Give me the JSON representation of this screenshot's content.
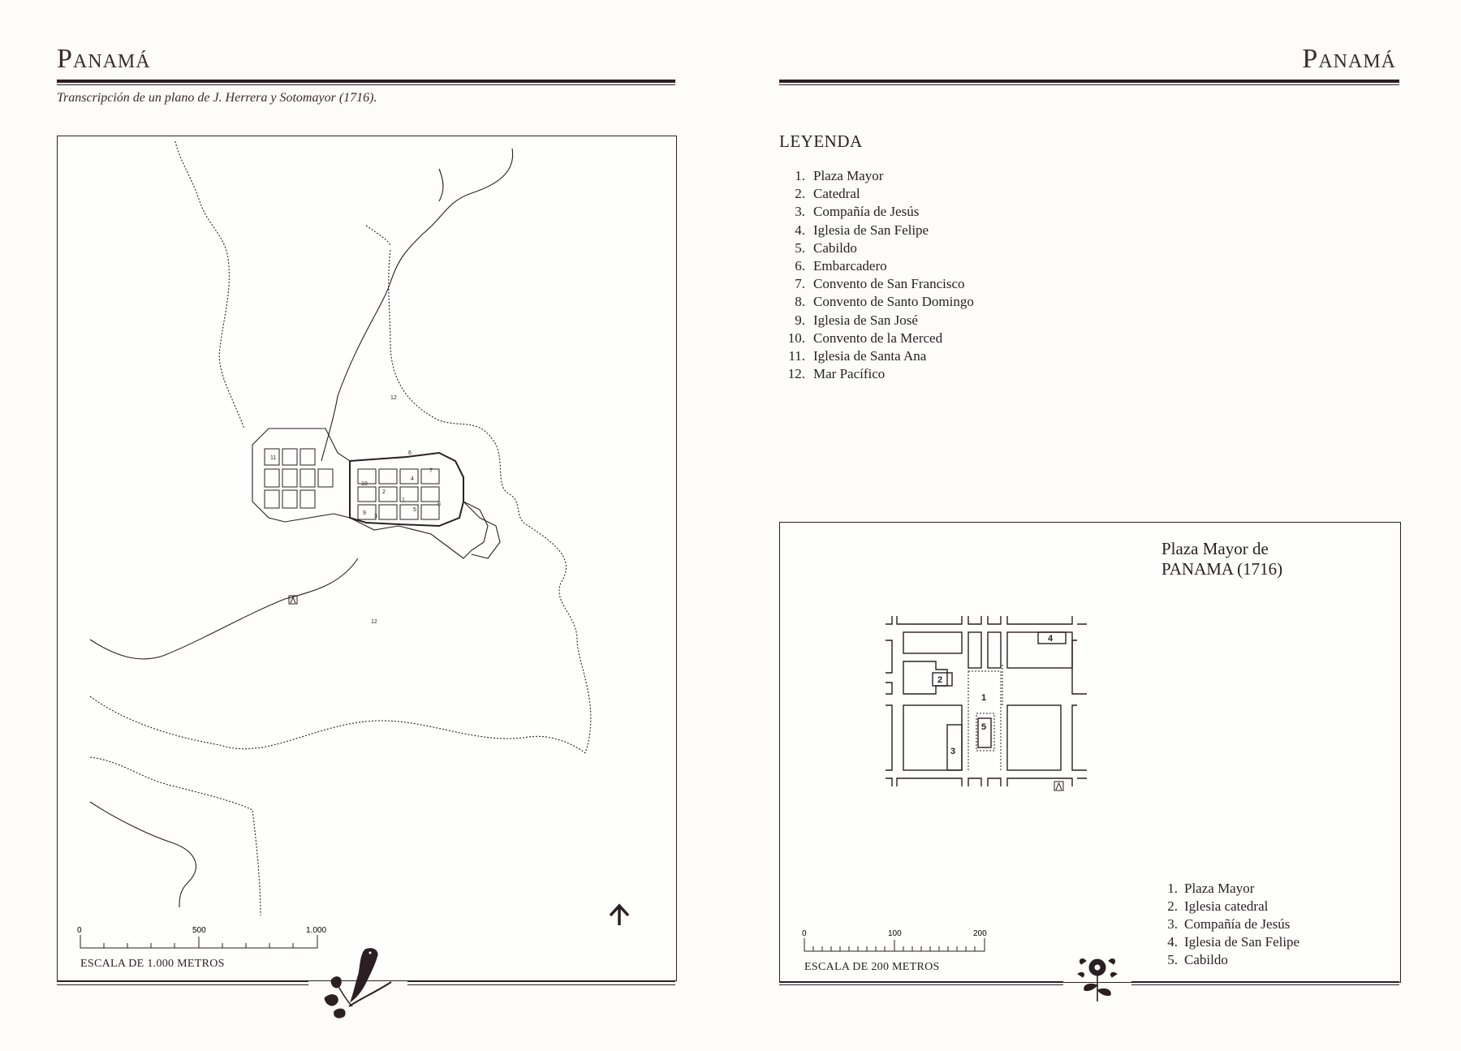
{
  "left_page": {
    "running_title": "Panamá",
    "subtitle": "Transcripción de un plano de J. Herrera y Sotomayor (1716).",
    "map": {
      "labels": [
        "1",
        "2",
        "3",
        "4",
        "5",
        "6",
        "7",
        "8",
        "9",
        "10",
        "11",
        "12",
        "12"
      ],
      "scale": {
        "ticks": [
          "0",
          "500",
          "1.000"
        ],
        "caption": "ESCALA DE 1.000 METROS"
      }
    }
  },
  "right_page": {
    "running_title": "Panamá",
    "legend": {
      "title": "LEYENDA",
      "items": [
        {
          "num": "1.",
          "label": "Plaza Mayor"
        },
        {
          "num": "2.",
          "label": "Catedral"
        },
        {
          "num": "3.",
          "label": "Compañía de Jesús"
        },
        {
          "num": "4.",
          "label": "Iglesia de San Felipe"
        },
        {
          "num": "5.",
          "label": "Cabildo"
        },
        {
          "num": "6.",
          "label": "Embarcadero"
        },
        {
          "num": "7.",
          "label": "Convento de San Francisco"
        },
        {
          "num": "8.",
          "label": "Convento de Santo Domingo"
        },
        {
          "num": "9.",
          "label": "Iglesia de San José"
        },
        {
          "num": "10.",
          "label": "Convento de la Merced"
        },
        {
          "num": "11.",
          "label": "Iglesia de Santa Ana"
        },
        {
          "num": "12.",
          "label": "Mar Pacífico"
        }
      ]
    },
    "inset": {
      "title_line1": "Plaza Mayor de",
      "title_line2": "PANAMA (1716)",
      "plan_labels": [
        "1",
        "2",
        "3",
        "4",
        "5"
      ],
      "items": [
        {
          "num": "1.",
          "label": "Plaza Mayor"
        },
        {
          "num": "2.",
          "label": "Iglesia catedral"
        },
        {
          "num": "3.",
          "label": "Compañía de Jesús"
        },
        {
          "num": "4.",
          "label": "Iglesia de San Felipe"
        },
        {
          "num": "5.",
          "label": "Cabildo"
        }
      ],
      "scale": {
        "ticks": [
          "0",
          "100",
          "200"
        ],
        "caption": "ESCALA DE 200 METROS"
      }
    }
  },
  "colors": {
    "ink": "#2b1f24",
    "paper": "#fdfcfa"
  },
  "icons": [
    "north-arrow-icon",
    "bird-vignette-icon",
    "flower-vignette-icon",
    "north-marker-icon"
  ]
}
